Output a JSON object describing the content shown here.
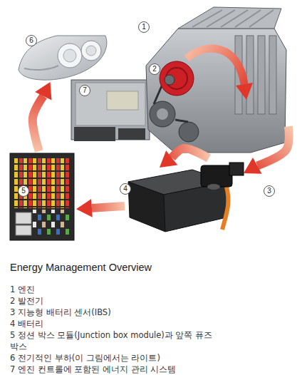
{
  "diagram": {
    "caption": "Energy Management Overview",
    "nodes": [
      {
        "text": [
          "1"
        ]
      },
      {
        "text": [
          "2"
        ],
        "in": 0
      },
      {
        "text": [
          "6"
        ]
      },
      {
        "text": [
          "7"
        ]
      },
      {
        "text": [
          "3"
        ]
      },
      {
        "text": [
          "4"
        ]
      },
      {
        "text": [
          "5"
        ]
      }
    ],
    "edges": [
      {
        "from": 0,
        "to": 4,
        "arrow": "to"
      },
      {
        "from": 4,
        "to": 5,
        "arrow": "to"
      },
      {
        "from": 5,
        "to": 6,
        "arrow": "to"
      },
      {
        "from": 6,
        "to": 2,
        "arrow": "to"
      }
    ],
    "labels": [
      "1 엔진",
      "2 발전기",
      "3 지능형 배터리 센서(IBS)",
      "4 배터리",
      "5 정션 박스 모듈(Junction box module)과 앞쪽 퓨즈 박스",
      "6 전기적인 부하(이 그림에서는 라이트)",
      "7 엔진 컨트롤에 포함된 에너지 관리 시스템"
    ]
  }
}
